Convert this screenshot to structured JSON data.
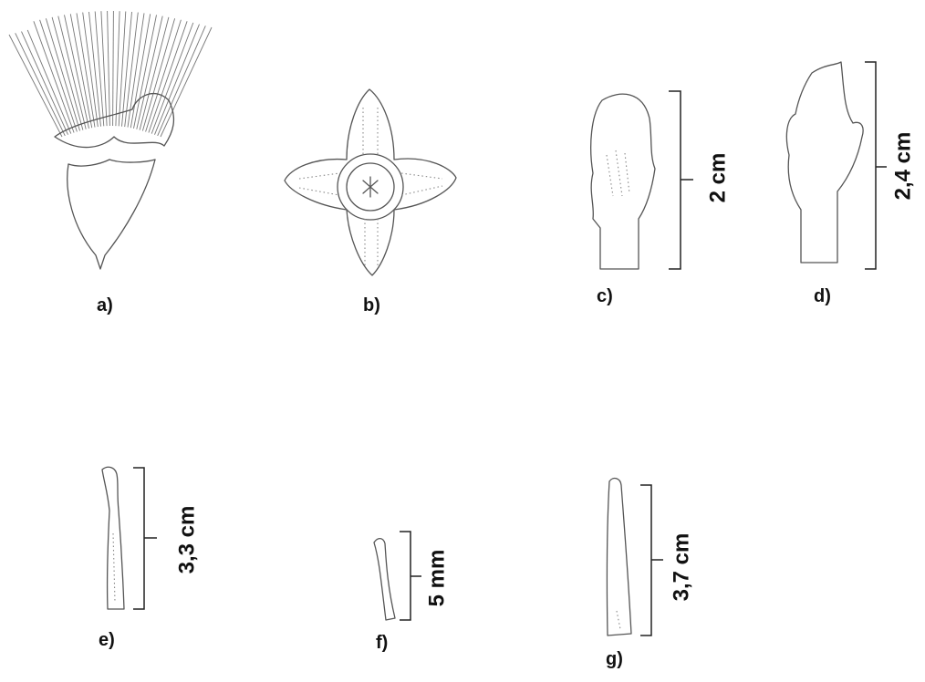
{
  "panels": {
    "a": {
      "label": "a)"
    },
    "b": {
      "label": "b)"
    },
    "c": {
      "label": "c)",
      "scale": "2 cm"
    },
    "d": {
      "label": "d)",
      "scale": "2,4 cm"
    },
    "e": {
      "label": "e)",
      "scale": "3,3 cm"
    },
    "f": {
      "label": "f)",
      "scale": "5 mm"
    },
    "g": {
      "label": "g)",
      "scale": "3,7 cm"
    }
  }
}
